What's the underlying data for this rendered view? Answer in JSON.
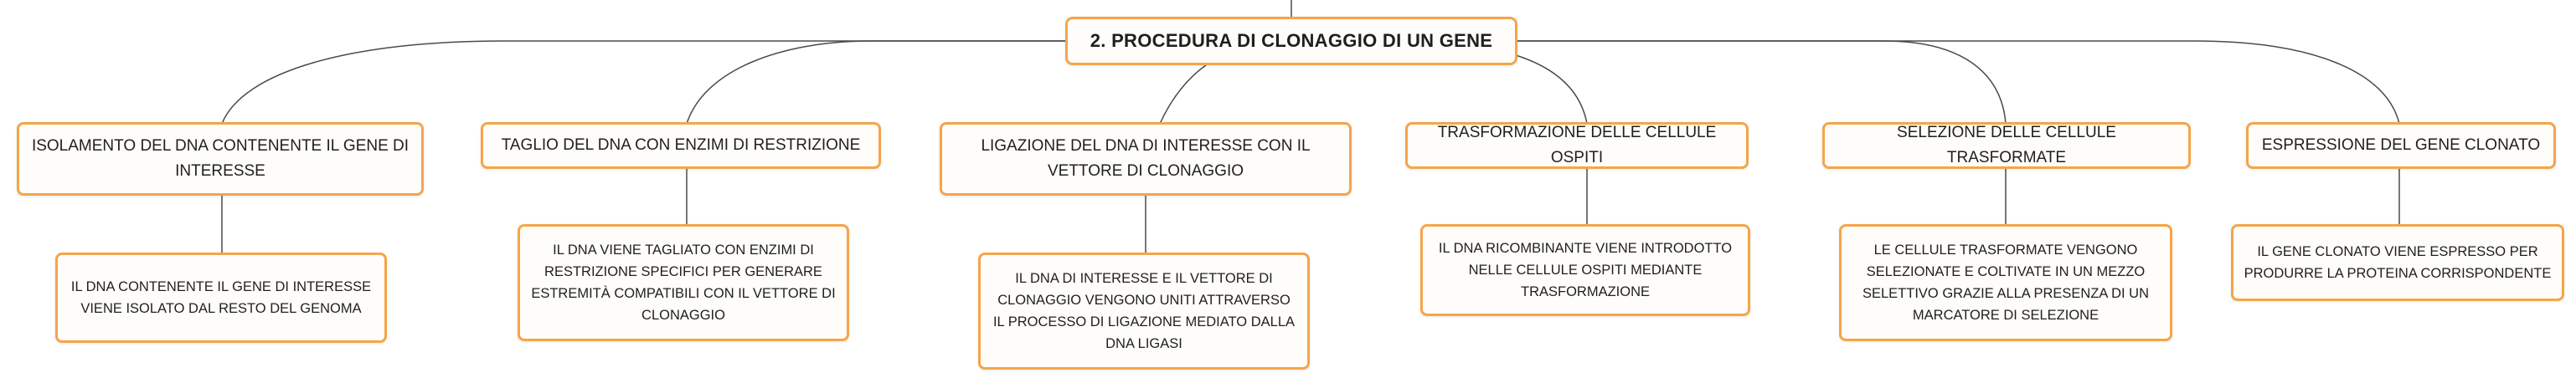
{
  "root": {
    "label": "2. PROCEDURA DI CLONAGGIO DI UN GENE"
  },
  "branches": [
    {
      "title": "ISOLAMENTO DEL DNA CONTENENTE IL GENE DI INTERESSE",
      "detail": "IL DNA CONTENENTE IL GENE DI INTERESSE VIENE ISOLATO DAL RESTO DEL GENOMA"
    },
    {
      "title": "TAGLIO DEL DNA CON ENZIMI DI RESTRIZIONE",
      "detail": "IL DNA VIENE TAGLIATO CON ENZIMI DI RESTRIZIONE SPECIFICI PER GENERARE ESTREMITÀ COMPATIBILI CON IL VETTORE DI CLONAGGIO"
    },
    {
      "title": "LIGAZIONE DEL DNA DI INTERESSE CON IL VETTORE DI CLONAGGIO",
      "detail": "IL DNA DI INTERESSE E IL VETTORE DI CLONAGGIO VENGONO UNITI ATTRAVERSO IL PROCESSO DI LIGAZIONE MEDIATO DALLA DNA LIGASI"
    },
    {
      "title": "TRASFORMAZIONE DELLE CELLULE OSPITI",
      "detail": "IL DNA RICOMBINANTE VIENE INTRODOTTO NELLE CELLULE OSPITI MEDIANTE TRASFORMAZIONE"
    },
    {
      "title": "SELEZIONE DELLE CELLULE TRASFORMATE",
      "detail": "LE CELLULE TRASFORMATE VENGONO SELEZIONATE E COLTIVATE IN UN MEZZO SELETTIVO GRAZIE ALLA PRESENZA DI UN MARCATORE DI SELEZIONE"
    },
    {
      "title": "ESPRESSIONE DEL GENE CLONATO",
      "detail": "IL GENE CLONATO VIENE ESPRESSO PER PRODURRE LA PROTEINA CORRISPONDENTE"
    }
  ]
}
